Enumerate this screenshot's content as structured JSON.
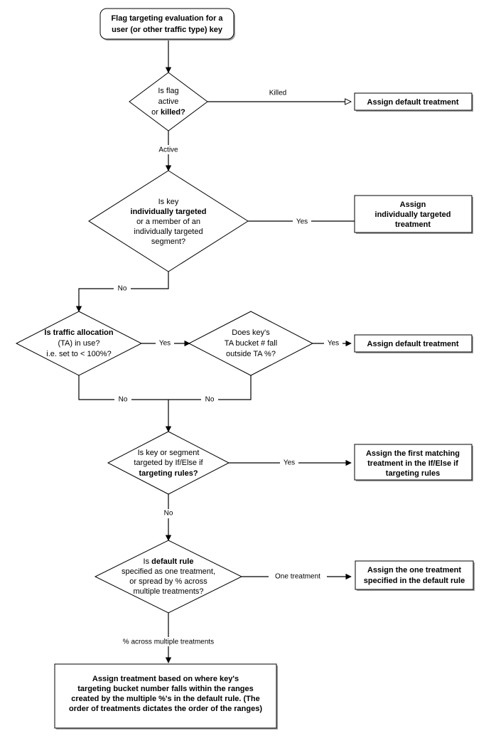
{
  "diagram": {
    "title": "Flag targeting evaluation flowchart",
    "colors": {
      "background": "#ffffff",
      "stroke": "#000000",
      "shadow": "#9a9a9a",
      "text": "#000000"
    },
    "nodes": {
      "start": {
        "type": "terminator",
        "lines": [
          {
            "text": "Flag targeting evaluation for a",
            "bold": true
          },
          {
            "text": "user (or other traffic type) key",
            "bold": true
          }
        ]
      },
      "decision_flag_state": {
        "type": "decision",
        "lines": [
          {
            "text": "Is flag",
            "bold": false
          },
          {
            "text": "active",
            "bold": false
          },
          {
            "text": "or killed?",
            "bold": false,
            "bold_part": "killed?"
          }
        ]
      },
      "assign_default_killed": {
        "type": "process",
        "lines": [
          {
            "text": "Assign default treatment",
            "bold": true
          }
        ]
      },
      "decision_individually_targeted": {
        "type": "decision",
        "lines": [
          {
            "text": "Is key",
            "bold": false
          },
          {
            "text": "individually targeted",
            "bold": true
          },
          {
            "text": "or a member of an",
            "bold": false
          },
          {
            "text": "individually targeted",
            "bold": false
          },
          {
            "text": "segment?",
            "bold": false
          }
        ]
      },
      "assign_individually_targeted": {
        "type": "process",
        "lines": [
          {
            "text": "Assign",
            "bold": true
          },
          {
            "text": "individually targeted",
            "bold": true
          },
          {
            "text": "treatment",
            "bold": true
          }
        ]
      },
      "decision_traffic_allocation": {
        "type": "decision",
        "lines": [
          {
            "text": "Is traffic allocation",
            "bold": true
          },
          {
            "text": "(TA) in use?",
            "bold": false
          },
          {
            "text": "i.e. set to < 100%?",
            "bold": false
          }
        ]
      },
      "decision_ta_bucket": {
        "type": "decision",
        "lines": [
          {
            "text": "Does key's",
            "bold": false
          },
          {
            "text": "TA bucket # fall",
            "bold": false
          },
          {
            "text": "outside TA %?",
            "bold": false
          }
        ]
      },
      "assign_default_ta": {
        "type": "process",
        "lines": [
          {
            "text": "Assign default treatment",
            "bold": true
          }
        ]
      },
      "decision_targeting_rules": {
        "type": "decision",
        "lines": [
          {
            "text": "Is key or segment",
            "bold": false
          },
          {
            "text": "targeted by If/Else if",
            "bold": false
          },
          {
            "text": "targeting rules?",
            "bold": true
          }
        ]
      },
      "assign_first_matching": {
        "type": "process",
        "lines": [
          {
            "text": "Assign the first matching",
            "bold": true
          },
          {
            "text": "treatment in the If/Else if",
            "bold": true
          },
          {
            "text": "targeting rules",
            "bold": true
          }
        ]
      },
      "decision_default_rule": {
        "type": "decision",
        "lines": [
          {
            "text": "Is default rule",
            "bold": false,
            "bold_part": "default rule"
          },
          {
            "text": "specified as one treatment,",
            "bold": false
          },
          {
            "text": "or spread by % across",
            "bold": false
          },
          {
            "text": "multiple treatments?",
            "bold": false
          }
        ]
      },
      "assign_one_treatment": {
        "type": "process",
        "lines": [
          {
            "text": "Assign the one treatment",
            "bold": true
          },
          {
            "text": "specified in the default rule",
            "bold": true
          }
        ]
      },
      "assign_spread_treatment": {
        "type": "process",
        "lines": [
          {
            "text": "Assign treatment based on where key's",
            "bold": true
          },
          {
            "text": "targeting bucket number falls within the ranges",
            "bold": true
          },
          {
            "text": "created by the multiple %'s in the default rule. (The",
            "bold": true
          },
          {
            "text": "order of treatments dictates the order of the ranges)",
            "bold": true
          }
        ]
      }
    },
    "edge_labels": {
      "killed": "Killed",
      "active": "Active",
      "individually_yes": "Yes",
      "individually_no": "No",
      "ta_yes": "Yes",
      "ta_no": "No",
      "bucket_yes": "Yes",
      "bucket_no": "No",
      "rules_yes": "Yes",
      "rules_no": "No",
      "one_treatment": "One treatment",
      "percent_across": "% across multiple treatments"
    }
  }
}
